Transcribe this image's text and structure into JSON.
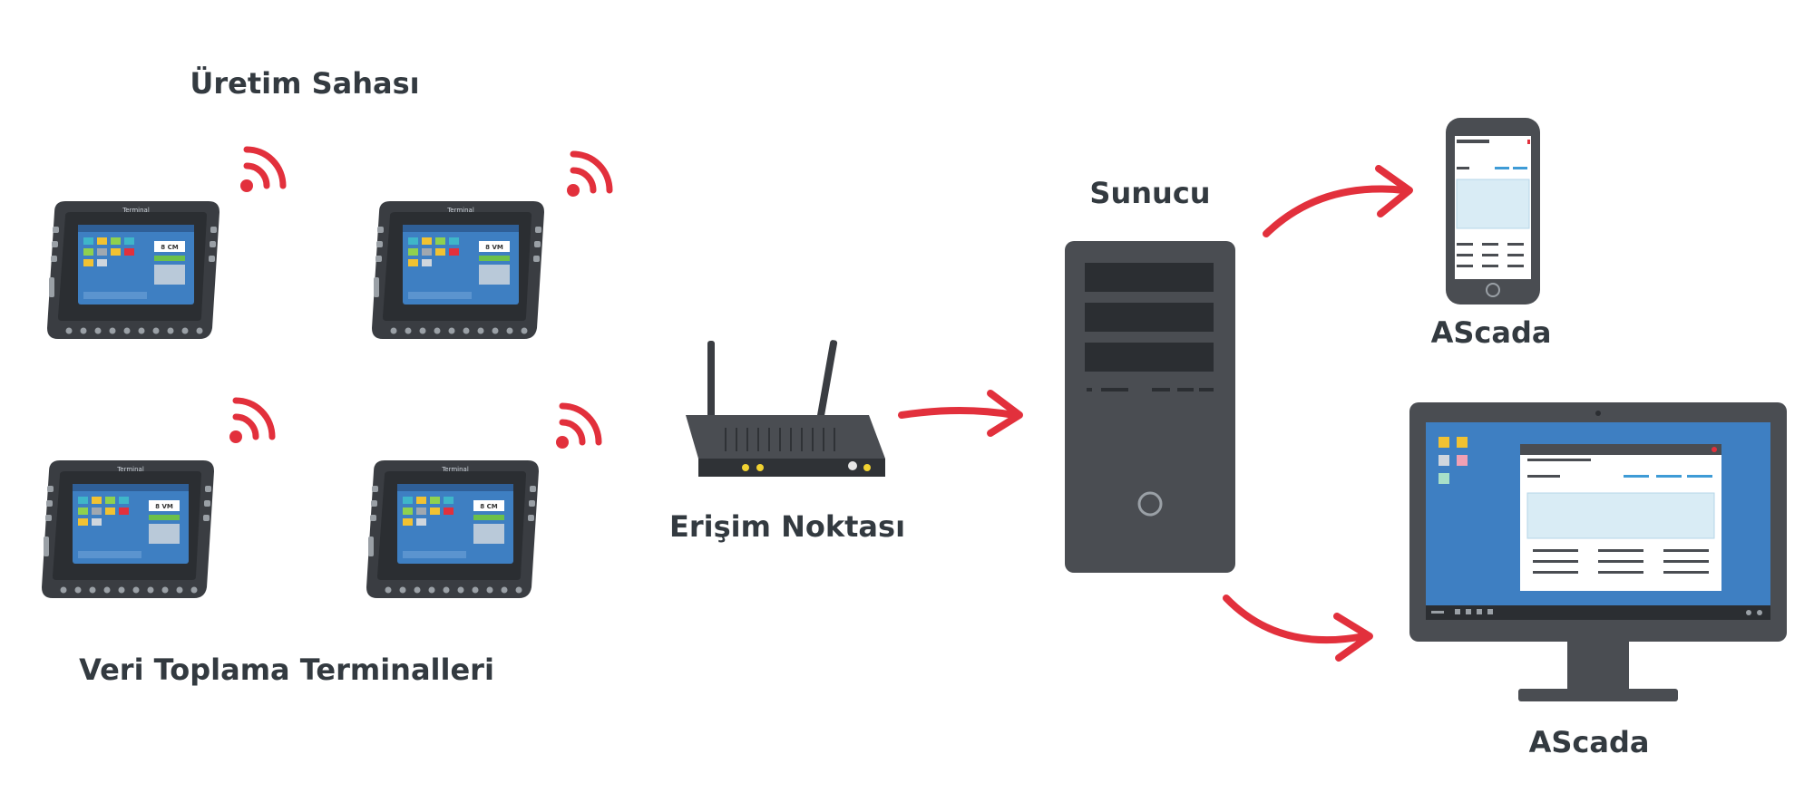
{
  "labels": {
    "production_site": "Üretim Sahası",
    "terminals": "Veri Toplama Terminalleri",
    "access_point": "Erişim Noktası",
    "server": "Sunucu",
    "phone_app": "AScada",
    "desktop_app": "AScada"
  },
  "terminals": [
    {
      "title": "Terminal",
      "value": "8 CM"
    },
    {
      "title": "Terminal",
      "value": "8 VM"
    },
    {
      "title": "Terminal",
      "value": "8 VM"
    },
    {
      "title": "Terminal",
      "value": "8 CM"
    }
  ],
  "colors": {
    "arrow": "#e2303c",
    "wifi": "#e2303c",
    "device_dark": "#3a3d42",
    "server": "#4a4d52",
    "screen_blue": "#3e7fc2",
    "label_text": "#333a40"
  },
  "icons": [
    "wifi-signal-icon",
    "router-icon",
    "server-icon",
    "smartphone-icon",
    "monitor-icon",
    "arrow-icon"
  ]
}
